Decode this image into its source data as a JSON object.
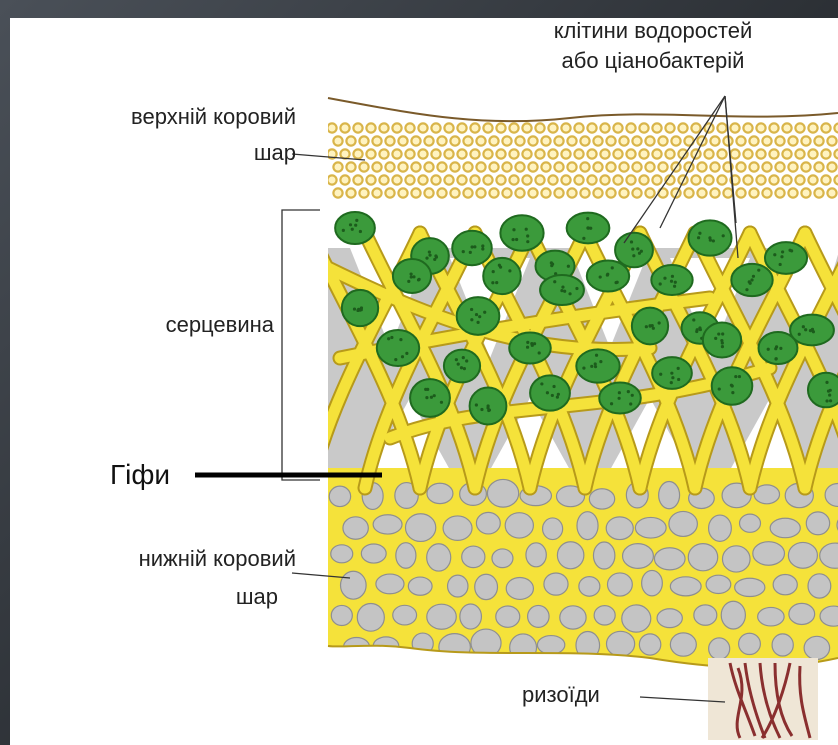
{
  "labels": {
    "algae_cells_line1": "клітини водоростей",
    "algae_cells_line2": "або ціанобактерій",
    "upper_cortex_line1": "верхній коровий",
    "upper_cortex_line2": "шар",
    "medulla": "серцевина",
    "hyphae": "Гіфи",
    "lower_cortex_line1": "нижній коровий",
    "lower_cortex_line2": "шар",
    "rhizoids": "ризоїди"
  },
  "colors": {
    "hyphae": "#f5e23a",
    "hyphae_outline": "#b79a1a",
    "algae": "#3b9a3b",
    "algae_dark": "#1f6a1f",
    "gray_cells": "#c4c4c4",
    "cortex_dots": "#d9b54a",
    "rhizoid": "#8a2f2f"
  }
}
